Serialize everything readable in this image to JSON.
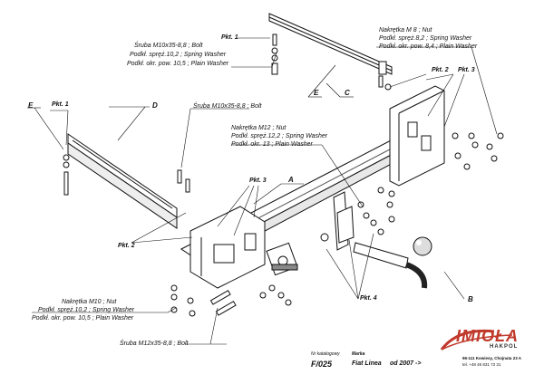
{
  "labels": {
    "top_bolt": [
      "Śruba M10x35-8,8 ;  Bolt",
      "Podkł. spręż.10,2 ; Spring Washer",
      "Podkł. okr. pow. 10,5 ; Plain Washer"
    ],
    "top_right_nut": [
      "Nakrętka  M 8 ; Nut",
      "Podkł. spręż.8,2 ; Spring Washer",
      "Podkł. okr. pow. 8,4 ; Plain Washer"
    ],
    "mid_bolt": [
      "Śruba M10x35-8,8 ;  Bolt"
    ],
    "center_nut": [
      "Nakrętka  M12 ; Nut",
      "Podkł. spręż.12,2 ; Spring Washer",
      "Podkł. okr. 13 ; Plain Washer"
    ],
    "bottom_nut": [
      "Nakrętka  M10 ; Nut",
      "Podkł. spręż.10,2 ; Spring Washer",
      "Podkł. okr. pow. 10,5 ; Plain Washer"
    ],
    "bottom_bolt": [
      "Śruba M12x35-8,8 ;  Bolt"
    ]
  },
  "letters": {
    "A": "A",
    "B": "B",
    "C": "C",
    "D": "D",
    "E": "E"
  },
  "points": {
    "pkt1": "Pkt. 1",
    "pkt2": "Pkt. 2",
    "pkt3": "Pkt. 3",
    "pkt4": "Pkt. 4"
  },
  "footer": {
    "catalog_label": "Nr katalogowy",
    "catalog_value": "F/025",
    "make_label": "Marka",
    "make_value": "Fiat Linea",
    "year_value": "od  2007 ->"
  },
  "brand": {
    "name": "IMIOŁA",
    "sub": "HAKPOL",
    "address": "96-111 Kowiesy, Chojnata 23 A",
    "phone": "tel. +48 46 831 73 31",
    "color": "#c0392b"
  }
}
